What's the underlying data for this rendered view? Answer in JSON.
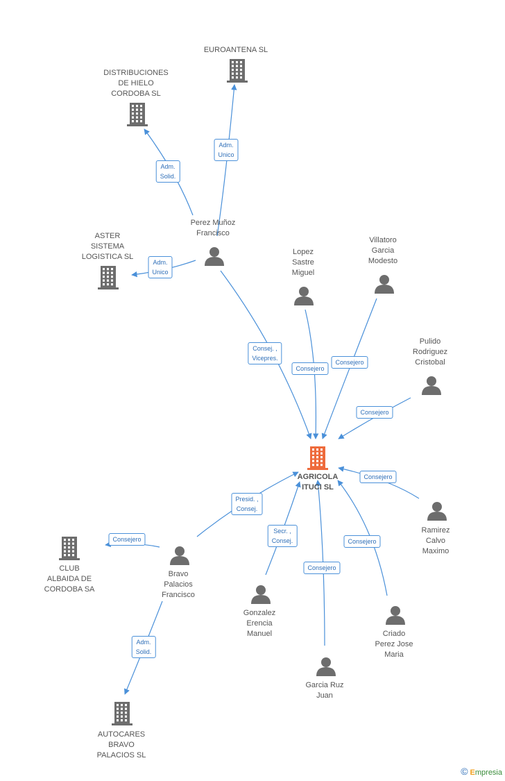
{
  "colors": {
    "edge": "#4a90d9",
    "node": "#6d6d6d",
    "main": "#ee6b3c",
    "label_text": "#555555"
  },
  "nodes": {
    "agricola": {
      "label": "AGRICOLA\nITUCI SL",
      "type": "company",
      "main": true
    },
    "euroantena": {
      "label": "EUROANTENA SL",
      "type": "company"
    },
    "distribuciones": {
      "label": "DISTRIBUCIONES\nDE HIELO\nCORDOBA  SL",
      "type": "company"
    },
    "aster": {
      "label": "ASTER\nSISTEMA\nLOGISTICA SL",
      "type": "company"
    },
    "club": {
      "label": "CLUB\nALBAIDA DE\nCORDOBA SA",
      "type": "company"
    },
    "autocares": {
      "label": "AUTOCARES\nBRAVO\nPALACIOS SL",
      "type": "company"
    },
    "perez": {
      "label": "Perez Muñoz\nFrancisco",
      "type": "person"
    },
    "lopez": {
      "label": "Lopez\nSastre\nMiguel",
      "type": "person"
    },
    "villatoro": {
      "label": "Villatoro\nGarcia\nModesto",
      "type": "person"
    },
    "pulido": {
      "label": "Pulido\nRodriguez\nCristobal",
      "type": "person"
    },
    "ramirez": {
      "label": "Ramirez\nCalvo\nMaximo",
      "type": "person"
    },
    "criado": {
      "label": "Criado\nPerez Jose\nMaria",
      "type": "person"
    },
    "garciaruz": {
      "label": "Garcia Ruz\nJuan",
      "type": "person"
    },
    "gonzalez": {
      "label": "Gonzalez\nErencia\nManuel",
      "type": "person"
    },
    "bravo": {
      "label": "Bravo\nPalacios\nFrancisco",
      "type": "person"
    }
  },
  "edges": [
    {
      "from": "perez",
      "to": "euroantena",
      "label": "Adm.\nUnico"
    },
    {
      "from": "perez",
      "to": "distribuciones",
      "label": "Adm.\nSolid."
    },
    {
      "from": "perez",
      "to": "aster",
      "label": "Adm.\nUnico"
    },
    {
      "from": "perez",
      "to": "agricola",
      "label": "Consej. ,\nVicepres."
    },
    {
      "from": "lopez",
      "to": "agricola",
      "label": "Consejero"
    },
    {
      "from": "villatoro",
      "to": "agricola",
      "label": "Consejero"
    },
    {
      "from": "pulido",
      "to": "agricola",
      "label": "Consejero"
    },
    {
      "from": "ramirez",
      "to": "agricola",
      "label": "Consejero"
    },
    {
      "from": "criado",
      "to": "agricola",
      "label": "Consejero"
    },
    {
      "from": "garciaruz",
      "to": "agricola",
      "label": "Consejero"
    },
    {
      "from": "gonzalez",
      "to": "agricola",
      "label": "Secr. ,\nConsej."
    },
    {
      "from": "bravo",
      "to": "agricola",
      "label": "Presid. ,\nConsej."
    },
    {
      "from": "bravo",
      "to": "club",
      "label": "Consejero"
    },
    {
      "from": "bravo",
      "to": "autocares",
      "label": "Adm.\nSolid."
    }
  ],
  "brand": {
    "copyright": "©",
    "initial": "E",
    "rest": "mpresia"
  }
}
